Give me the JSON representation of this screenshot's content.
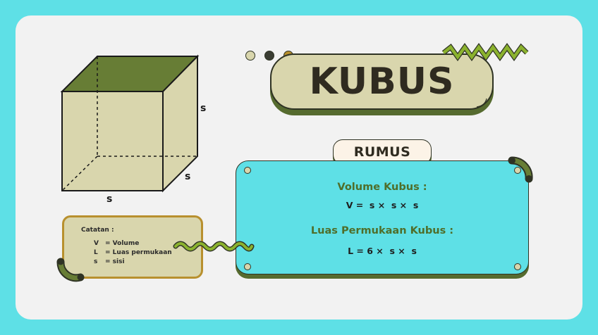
{
  "title": "KUBUS",
  "rumus_label": "RUMUS",
  "cube": {
    "label_right": "s",
    "label_depth": "s",
    "label_bottom": "s"
  },
  "formulas": {
    "volume_heading": "Volume Kubus :",
    "volume_formula": "V =  s ×  s ×  s",
    "area_heading": "Luas Permukaan Kubus :",
    "area_formula": "L = 6 ×  s ×  s"
  },
  "notes": {
    "heading": "Catatan :",
    "items": [
      {
        "symbol": "V",
        "meaning": "= Volume"
      },
      {
        "symbol": "L",
        "meaning": "= Luas permukaan"
      },
      {
        "symbol": "s",
        "meaning": "= sisi"
      }
    ]
  },
  "colors": {
    "background": "#5ee0e6",
    "card": "#f2f2f2",
    "beige": "#d9d6ad",
    "olive": "#566b2f",
    "gold": "#b8902e",
    "dark": "#2f3324"
  }
}
